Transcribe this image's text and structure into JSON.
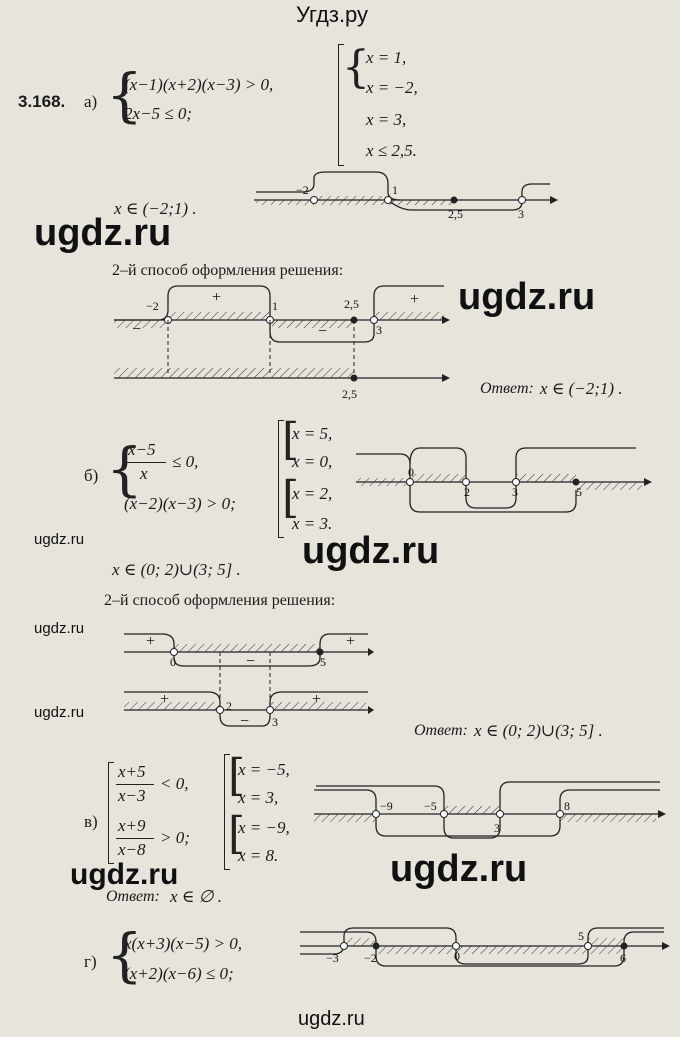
{
  "site_header": "Угдз.ру",
  "site_footer": "ugdz.ru",
  "watermark": "ugdz.ru",
  "problem": {
    "number": "3.168.",
    "a": {
      "label": "а)",
      "sys1": "(x−1)(x+2)(x−3) > 0,",
      "sys2": "2x−5 ≤ 0;",
      "roots": [
        "x = 1,",
        "x = −2,",
        "x = 3,",
        "x ≤ 2,5."
      ],
      "solution": "x ∈ (−2;1) .",
      "method2_title": "2–й способ оформления решения:",
      "answer_label": "Ответ:",
      "answer_value": "x ∈ (−2;1) ."
    },
    "b": {
      "label": "б)",
      "sys_num": "x−5",
      "sys_den": "x",
      "sys_rel1": "≤ 0,",
      "sys2": "(x−2)(x−3) > 0;",
      "roots": [
        "x = 5,",
        "x = 0,",
        "x = 2,",
        "x = 3."
      ],
      "solution": "x ∈ (0; 2)∪(3; 5] .",
      "method2_title": "2–й способ оформления решения:",
      "answer_label": "Ответ:",
      "answer_value": "x ∈ (0; 2)∪(3; 5] ."
    },
    "v": {
      "label": "в)",
      "f1_num": "x+5",
      "f1_den": "x−3",
      "f1_rel": "< 0,",
      "f2_num": "x+9",
      "f2_den": "x−8",
      "f2_rel": "> 0;",
      "roots": [
        "x = −5,",
        "x = 3,",
        "x = −9,",
        "x = 8."
      ],
      "answer_label": "Ответ:",
      "answer_value": "x ∈ ∅ ."
    },
    "g": {
      "label": "г)",
      "sys1": "x(x+3)(x−5) > 0,",
      "sys2": "(x+2)(x−6) ≤ 0;"
    }
  },
  "diagrams": {
    "a1_ticks": [
      "−2",
      "1",
      "2,5",
      "3"
    ],
    "a2_ticks": [
      "−2",
      "1",
      "2,5",
      "3",
      "2,5"
    ],
    "a2_signs": [
      "+",
      "−",
      "−",
      "+"
    ],
    "b1_ticks": [
      "0",
      "2",
      "3",
      "5"
    ],
    "b2_ticks": [
      "0",
      "5",
      "2",
      "3"
    ],
    "b2_signs": [
      "+",
      "−",
      "+",
      "+",
      "−",
      "+"
    ],
    "v_ticks": [
      "−9",
      "−5",
      "3",
      "8"
    ],
    "g_ticks": [
      "−3",
      "−2",
      "0",
      "5",
      "6"
    ]
  }
}
